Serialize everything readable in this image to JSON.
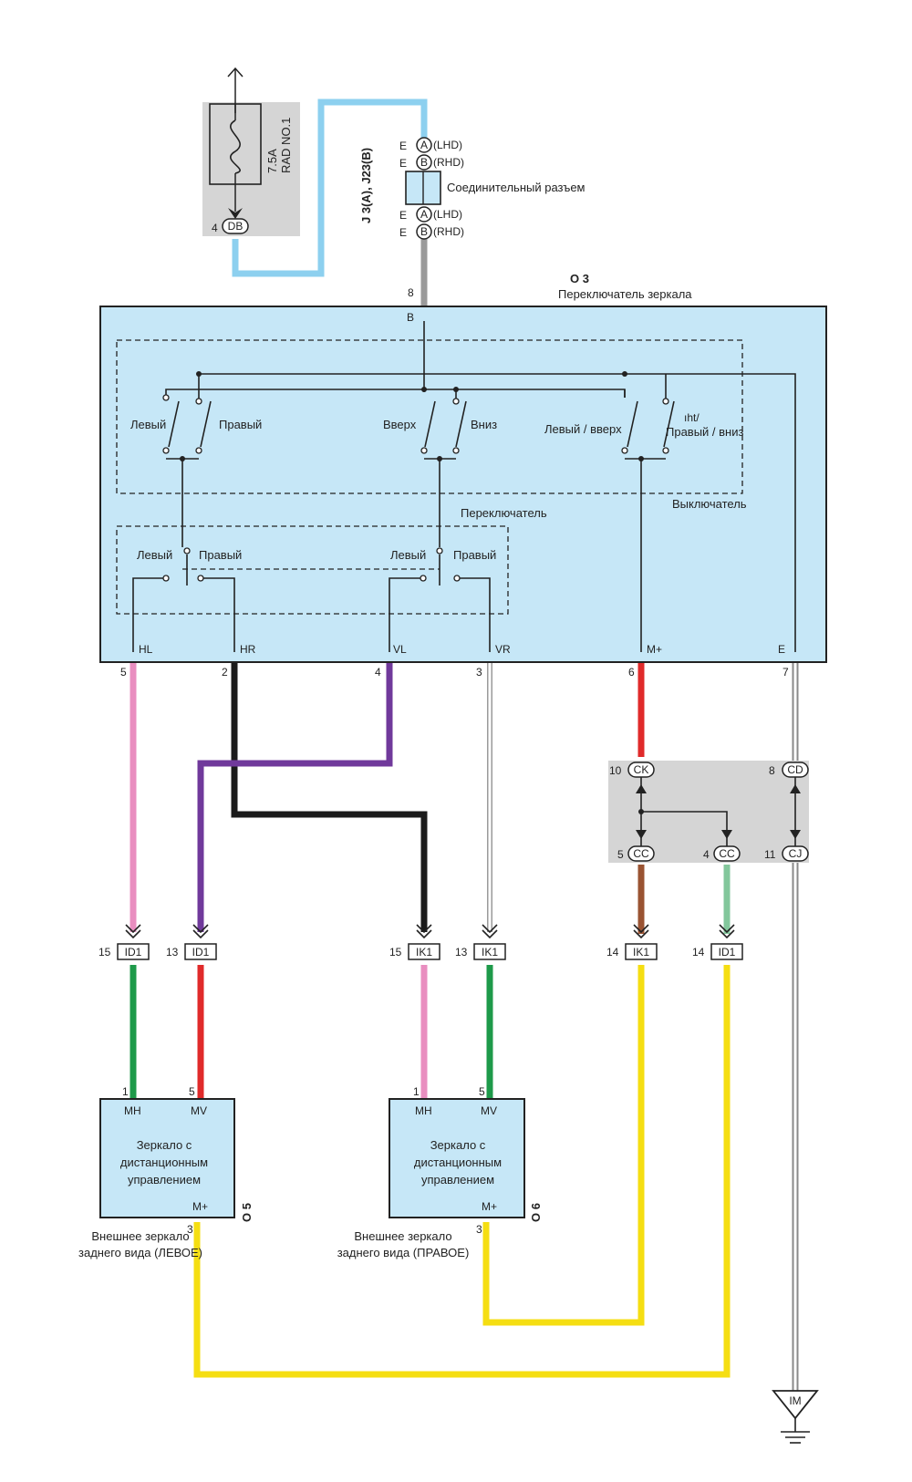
{
  "fuse": {
    "rating": "7.5A",
    "name": "RAD NO.1",
    "pin": "4",
    "connector": "DB"
  },
  "junction": {
    "id": "J 3(A), J23(B)",
    "label": "Соединительный разъем",
    "top": [
      {
        "side": "E",
        "letter": "A",
        "note": "(LHD)"
      },
      {
        "side": "E",
        "letter": "B",
        "note": "(RHD)"
      }
    ],
    "bottom": [
      {
        "side": "E",
        "letter": "A",
        "note": "(LHD)"
      },
      {
        "side": "E",
        "letter": "B",
        "note": "(RHD)"
      }
    ]
  },
  "switch_unit": {
    "id": "O 3",
    "title": "Переключатель зеркала",
    "in_pin": "8",
    "in_term": "B",
    "select_left": "Левый",
    "select_right": "Правый",
    "up": "Вверх",
    "down": "Вниз",
    "left_up": "Левый / вверх",
    "right_down_mark": "ıht/",
    "right_down": "Правый / вниз",
    "breaker_label": "Выключатель",
    "selector_label": "Переключатель",
    "sel_left_a": "Левый",
    "sel_right_a": "Правый",
    "sel_left_b": "Левый",
    "sel_right_b": "Правый",
    "terminals": [
      {
        "name": "HL",
        "pin": "5"
      },
      {
        "name": "HR",
        "pin": "2"
      },
      {
        "name": "VL",
        "pin": "4"
      },
      {
        "name": "VR",
        "pin": "3"
      },
      {
        "name": "M+",
        "pin": "6"
      },
      {
        "name": "E",
        "pin": "7"
      }
    ]
  },
  "splice": [
    {
      "pin": "10",
      "code": "CK"
    },
    {
      "pin": "8",
      "code": "CD"
    },
    {
      "pin": "5",
      "code": "CC"
    },
    {
      "pin": "4",
      "code": "CC"
    },
    {
      "pin": "11",
      "code": "CJ"
    }
  ],
  "connectors": [
    {
      "pin": "15",
      "code": "ID1"
    },
    {
      "pin": "13",
      "code": "ID1"
    },
    {
      "pin": "15",
      "code": "IK1"
    },
    {
      "pin": "13",
      "code": "IK1"
    },
    {
      "pin": "14",
      "code": "IK1"
    },
    {
      "pin": "14",
      "code": "ID1"
    }
  ],
  "mirrors": [
    {
      "id": "O 5",
      "pin_mh": "1",
      "mh": "MH",
      "pin_mv": "5",
      "mv": "MV",
      "body": [
        "Зеркало с",
        "дистанционным",
        "управлением"
      ],
      "mplus": "M+",
      "pin_mplus": "3",
      "caption": [
        "Внешнее зеркало",
        "заднего вида (ЛЕВОЕ)"
      ]
    },
    {
      "id": "O 6",
      "pin_mh": "1",
      "mh": "MH",
      "pin_mv": "5",
      "mv": "MV",
      "body": [
        "Зеркало с",
        "дистанционным",
        "управлением"
      ],
      "mplus": "M+",
      "pin_mplus": "3",
      "caption": [
        "Внешнее зеркало",
        "заднего вида (ПРАВОЕ)"
      ]
    }
  ],
  "ground": {
    "label": "IM"
  },
  "colors": {
    "panel_fill": "#c6e7f7",
    "grey_box": "#d5d5d5",
    "light_blue": "#8dd0ef",
    "grey_wire": "#9a9a9a",
    "pink": "#e98ec0",
    "black": "#1b1b1b",
    "purple": "#70399b",
    "white_wire": "#ffffff",
    "red": "#e02a2a",
    "brown": "#9a5332",
    "light_green": "#83c79c",
    "green": "#1e9a4a",
    "yellow": "#f5de12"
  }
}
